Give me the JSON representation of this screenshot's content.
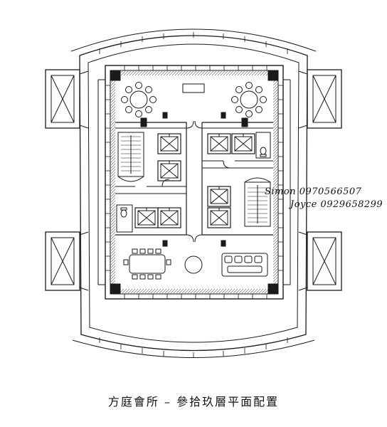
{
  "plan": {
    "caption": "方庭會所 – 參拾玖層平面配置",
    "contacts": [
      {
        "name": "Simon",
        "phone": "0970566507",
        "text": "Simon 0970566507"
      },
      {
        "name": "Joyce",
        "phone": "0929658299",
        "text": "Joyce 0929658299"
      }
    ]
  },
  "colors": {
    "line": "#1a1a1a",
    "fill": "#ffffff",
    "hatch": "#555555"
  },
  "icons": [
    "round-table-icon",
    "elevator-icon",
    "stair-icon",
    "toilet-icon",
    "sofa-icon",
    "column-icon"
  ]
}
